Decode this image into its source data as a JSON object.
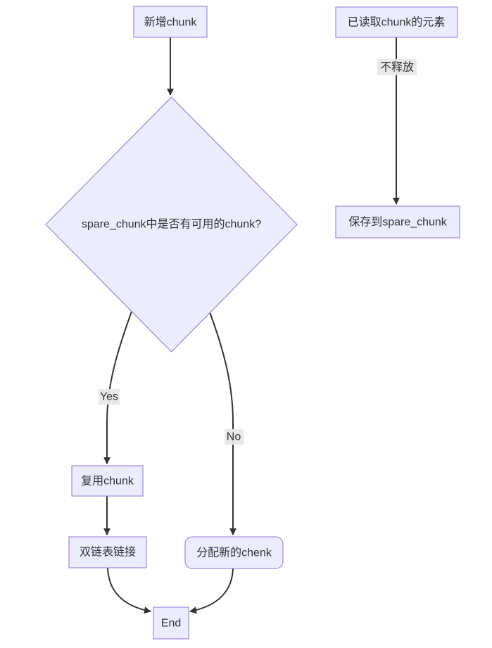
{
  "diagram": {
    "type": "flowchart",
    "direction": "top-bottom",
    "nodes": [
      {
        "id": "new-chunk",
        "label": "新增chunk",
        "shape": "rect"
      },
      {
        "id": "spare-check",
        "label": "spare_chunk中是否有可用的chunk?",
        "shape": "diamond"
      },
      {
        "id": "reuse-chunk",
        "label": "复用chunk",
        "shape": "rect"
      },
      {
        "id": "doubly-linked",
        "label": "双链表链接",
        "shape": "rect"
      },
      {
        "id": "alloc-new",
        "label": "分配新的chenk",
        "shape": "rounded-rect"
      },
      {
        "id": "end",
        "label": "End",
        "shape": "rect"
      },
      {
        "id": "read-elements",
        "label": "已读取chunk的元素",
        "shape": "rect"
      },
      {
        "id": "save-spare",
        "label": "保存到spare_chunk",
        "shape": "rect"
      }
    ],
    "edges": [
      {
        "from": "new-chunk",
        "to": "spare-check",
        "label": ""
      },
      {
        "from": "spare-check",
        "to": "reuse-chunk",
        "label": "Yes"
      },
      {
        "from": "spare-check",
        "to": "alloc-new",
        "label": "No"
      },
      {
        "from": "reuse-chunk",
        "to": "doubly-linked",
        "label": ""
      },
      {
        "from": "doubly-linked",
        "to": "end",
        "label": ""
      },
      {
        "from": "alloc-new",
        "to": "end",
        "label": ""
      },
      {
        "from": "read-elements",
        "to": "save-spare",
        "label": "不释放"
      }
    ],
    "colors": {
      "node_fill": "#ECECFF",
      "node_border": "#9370DB",
      "text": "#333333",
      "edge": "#333333",
      "edge_label_bg": "#e8e8e8",
      "background": "#ffffff"
    }
  }
}
